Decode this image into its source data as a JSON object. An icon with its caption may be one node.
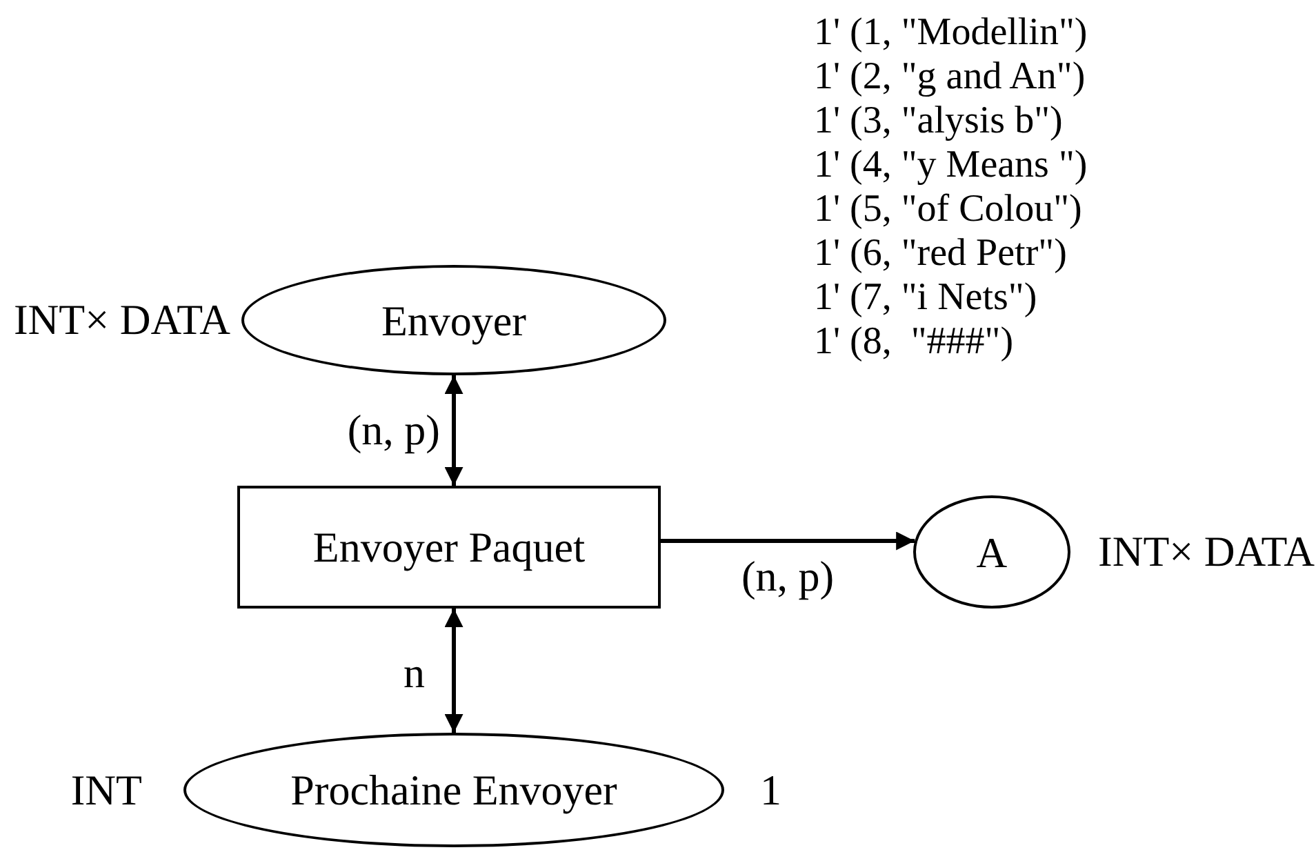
{
  "diagram": {
    "nodes": [
      {
        "text": [
          "Envoyer"
        ],
        "beside": [
          "INT× DATA"
        ]
      },
      {
        "text": [
          "Envoyer Paquet"
        ]
      },
      {
        "text": [
          "A"
        ],
        "beside": [
          "INT× DATA"
        ]
      },
      {
        "text": [
          "Prochaine Envoyer"
        ],
        "beside": [
          "INT",
          "1"
        ]
      }
    ],
    "edges": [
      {
        "from": 0,
        "to": 1,
        "arrow": "both",
        "label": "(n, p)"
      },
      {
        "from": 1,
        "to": 2,
        "arrow": "to",
        "label": "(n, p)"
      },
      {
        "from": 1,
        "to": 3,
        "arrow": "both",
        "label": "n"
      }
    ],
    "labels": [
      "1' (1, \"Modellin\")",
      "1' (2, \"g and An\")",
      "1' (3, \"alysis b\")",
      "1' (4, \"y Means \")",
      "1' (5, \"of Colou\")",
      "1' (6, \"red Petr\")",
      "1' (7, \"i Nets\")",
      "1' (8,  \"###\")"
    ]
  }
}
